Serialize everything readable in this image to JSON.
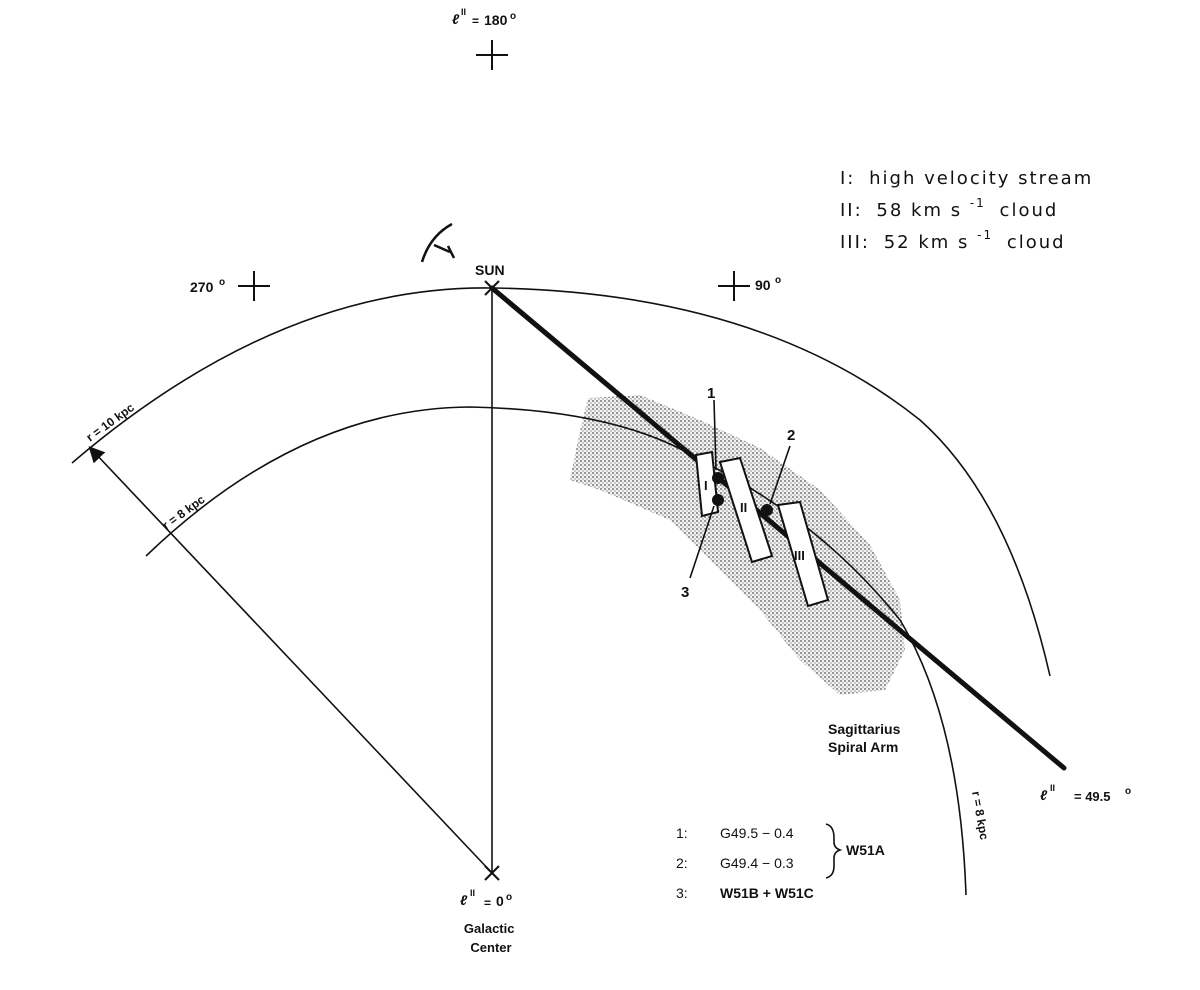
{
  "longitudes": {
    "l180": "180",
    "l270": "270",
    "l90": "90",
    "l0": "0",
    "l49": "= 49.5",
    "deg": "o",
    "ell": "ℓ",
    "sup": "II"
  },
  "sun_label": "SUN",
  "galactic_center": [
    "Galactic",
    "Center"
  ],
  "radius_labels": {
    "r10": "r = 10 kpc",
    "r8": "r = 8 kpc",
    "r8_right": "r = 8 kpc"
  },
  "arm_label": [
    "Sagittarius",
    "Spiral Arm"
  ],
  "cloud_labels": [
    "I",
    "II",
    "III"
  ],
  "point_labels": [
    "1",
    "2",
    "3"
  ],
  "legend": [
    {
      "id": "I:",
      "text": "high velocity stream"
    },
    {
      "id": "II:",
      "text": "58 km s",
      "sup": "-1",
      "tail": "cloud"
    },
    {
      "id": "III:",
      "text": "52 km s",
      "sup": "-1",
      "tail": "cloud"
    }
  ],
  "sources": [
    {
      "num": "1:",
      "name": "G49.5 − 0.4"
    },
    {
      "num": "2:",
      "name": "G49.4 − 0.3"
    },
    {
      "num": "3:",
      "name": "W51B + W51C"
    }
  ],
  "group_label": "W51A"
}
